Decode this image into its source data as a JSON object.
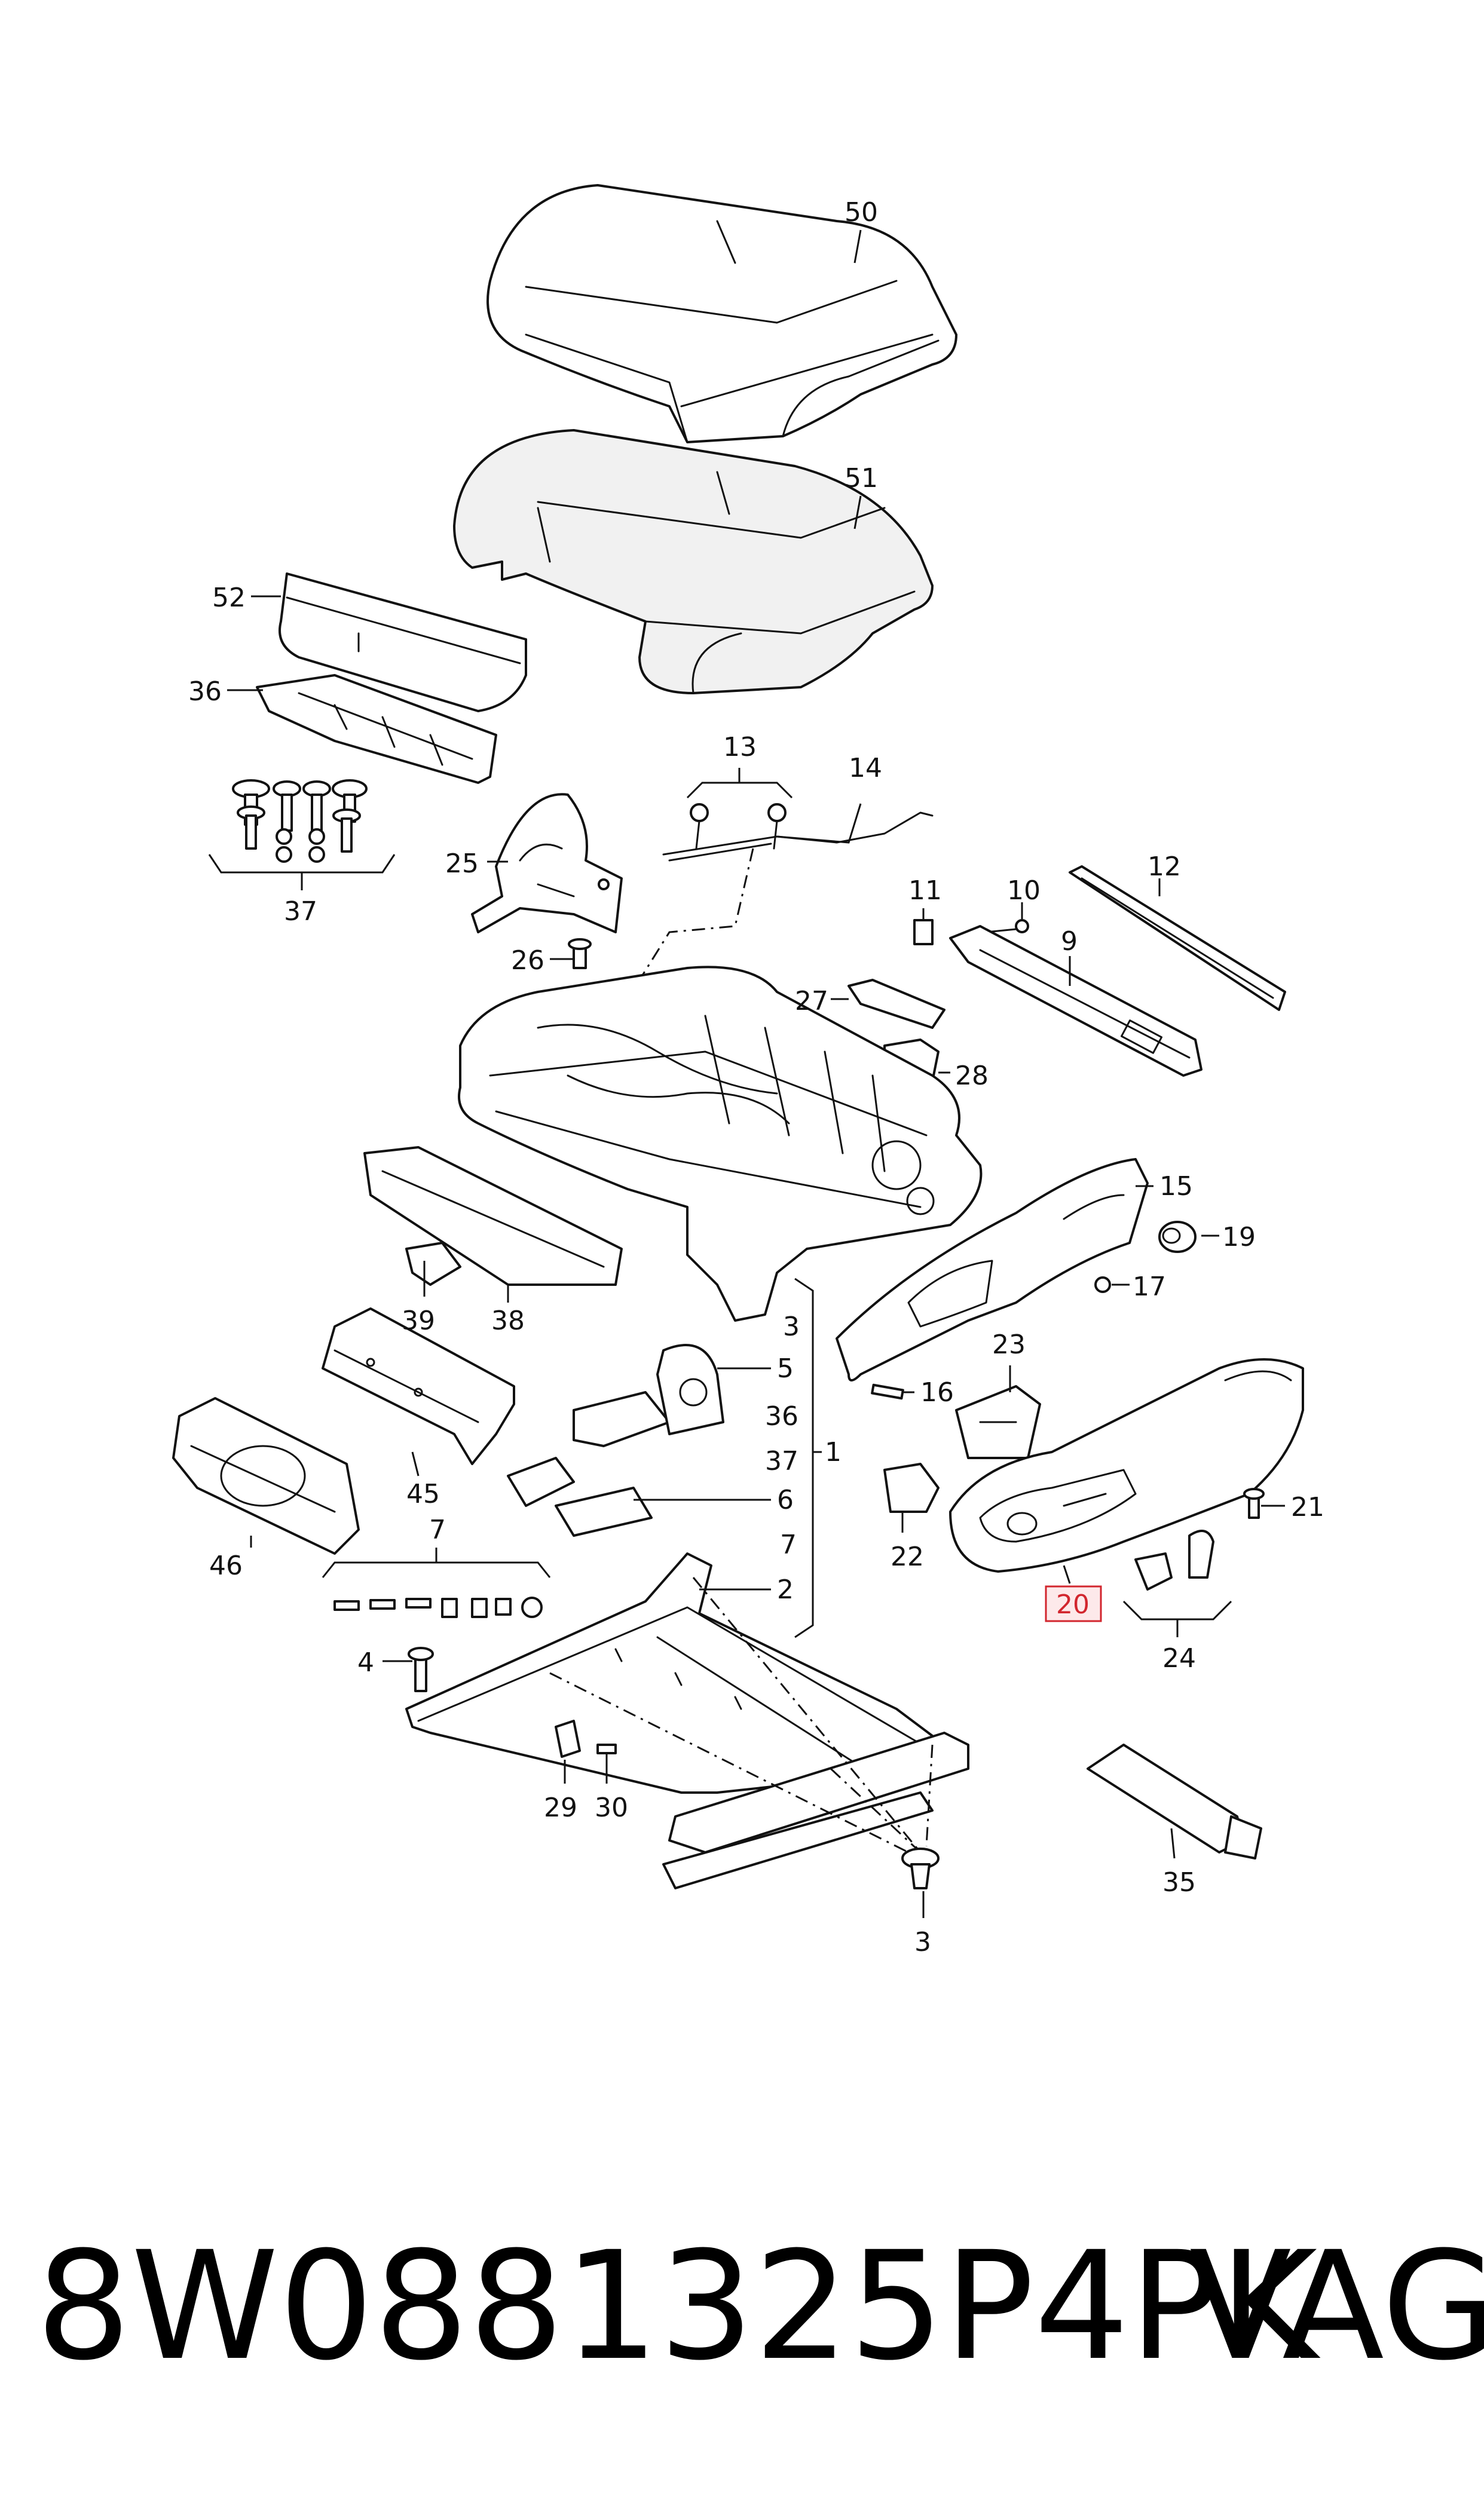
{
  "callouts": {
    "c50": "50",
    "c51": "51",
    "c52": "52",
    "c36a": "36",
    "c13": "13",
    "c14": "14",
    "c37a": "37",
    "c25": "25",
    "c26": "26",
    "c11": "11",
    "c10": "10",
    "c12": "12",
    "c9": "9",
    "c27": "27",
    "c28": "28",
    "c15": "15",
    "c19": "19",
    "c17": "17",
    "c39": "39",
    "c38": "38",
    "c3a": "3",
    "c5": "5",
    "c36b": "36",
    "c37b": "37",
    "c1": "1",
    "c6": "6",
    "c7b": "7",
    "c2": "2",
    "c16": "16",
    "c23": "23",
    "c22": "22",
    "c21": "21",
    "c20": "20",
    "c24": "24",
    "c45": "45",
    "c46": "46",
    "c7a": "7",
    "c4": "4",
    "c29": "29",
    "c30": "30",
    "c3b": "3",
    "c35": "35"
  },
  "highlight_color": "#d2262e",
  "footer": {
    "part_number": "8W0881325P4PK",
    "brand": "VAG"
  }
}
